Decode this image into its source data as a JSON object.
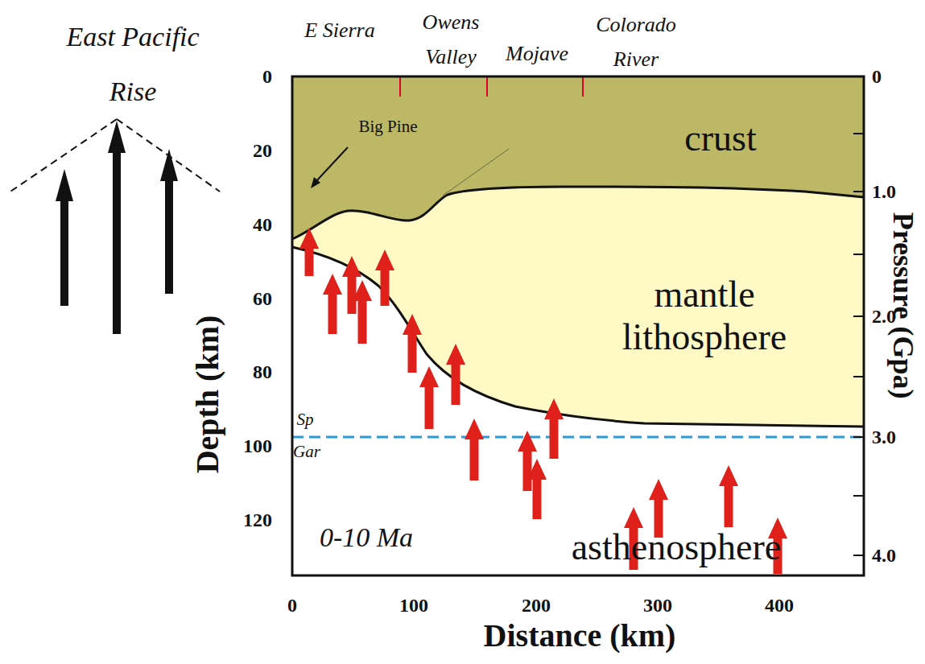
{
  "diagram": {
    "nodes": [
      {
        "text": [
          "crust"
        ]
      },
      {
        "text": [
          "mantle lithosphere"
        ]
      },
      {
        "text": [
          "asthenosphere"
        ]
      }
    ],
    "labels": [
      "East Pacific Rise",
      "E Sierra",
      "Owens Valley",
      "Mojave",
      "Colorado River",
      "Big Pine",
      "Sp",
      "Gar",
      "0-10 Ma",
      "Depth (km)",
      "Distance (km)",
      "Pressure (Gpa)",
      "0",
      "20",
      "40",
      "60",
      "80",
      "100",
      "120",
      "0",
      "100",
      "200",
      "300",
      "400",
      "0",
      "1.0",
      "2.0",
      "3.0",
      "4.0"
    ]
  }
}
